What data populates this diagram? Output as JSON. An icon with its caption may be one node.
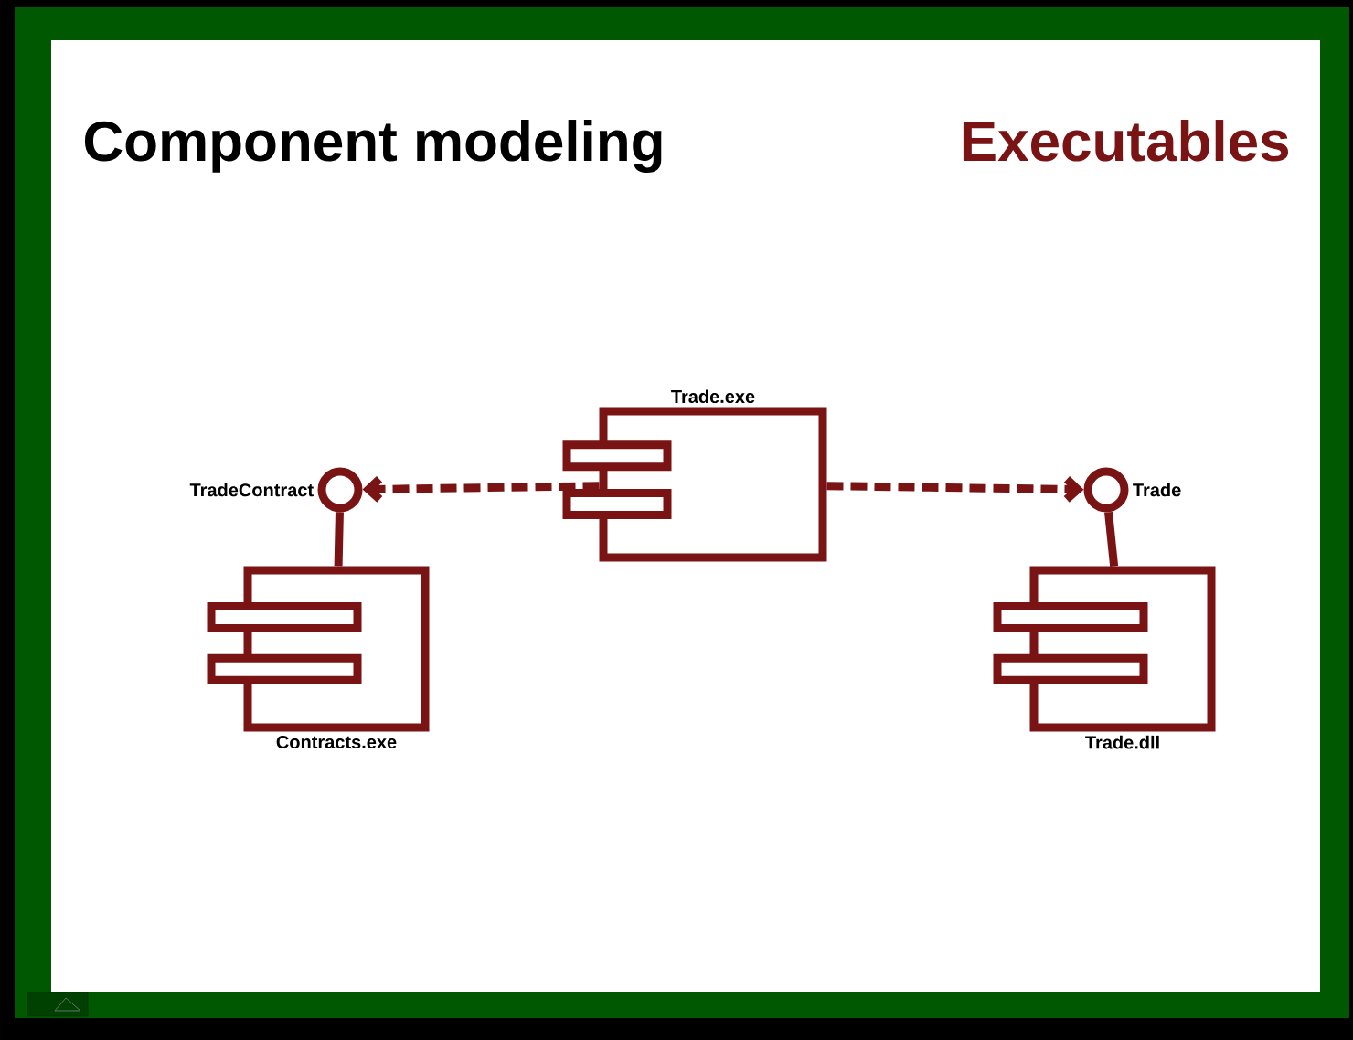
{
  "diagram": {
    "title": "Component modeling",
    "nodes": [
      {
        "text": [
          "Trade.exe"
        ]
      },
      {
        "text": [
          "TradeContract"
        ]
      },
      {
        "text": [
          "Contracts.exe"
        ]
      },
      {
        "text": [
          "Trade"
        ]
      },
      {
        "text": [
          "Trade.dll"
        ]
      }
    ],
    "edges": [
      {
        "from": 0,
        "to": 1,
        "arrow": "to",
        "style": "dashed"
      },
      {
        "from": 0,
        "to": 3,
        "arrow": "to",
        "style": "dashed"
      },
      {
        "from": 1,
        "to": 2,
        "arrow": "none"
      },
      {
        "from": 3,
        "to": 4,
        "arrow": "none"
      }
    ],
    "labels": [
      "Executables"
    ]
  }
}
